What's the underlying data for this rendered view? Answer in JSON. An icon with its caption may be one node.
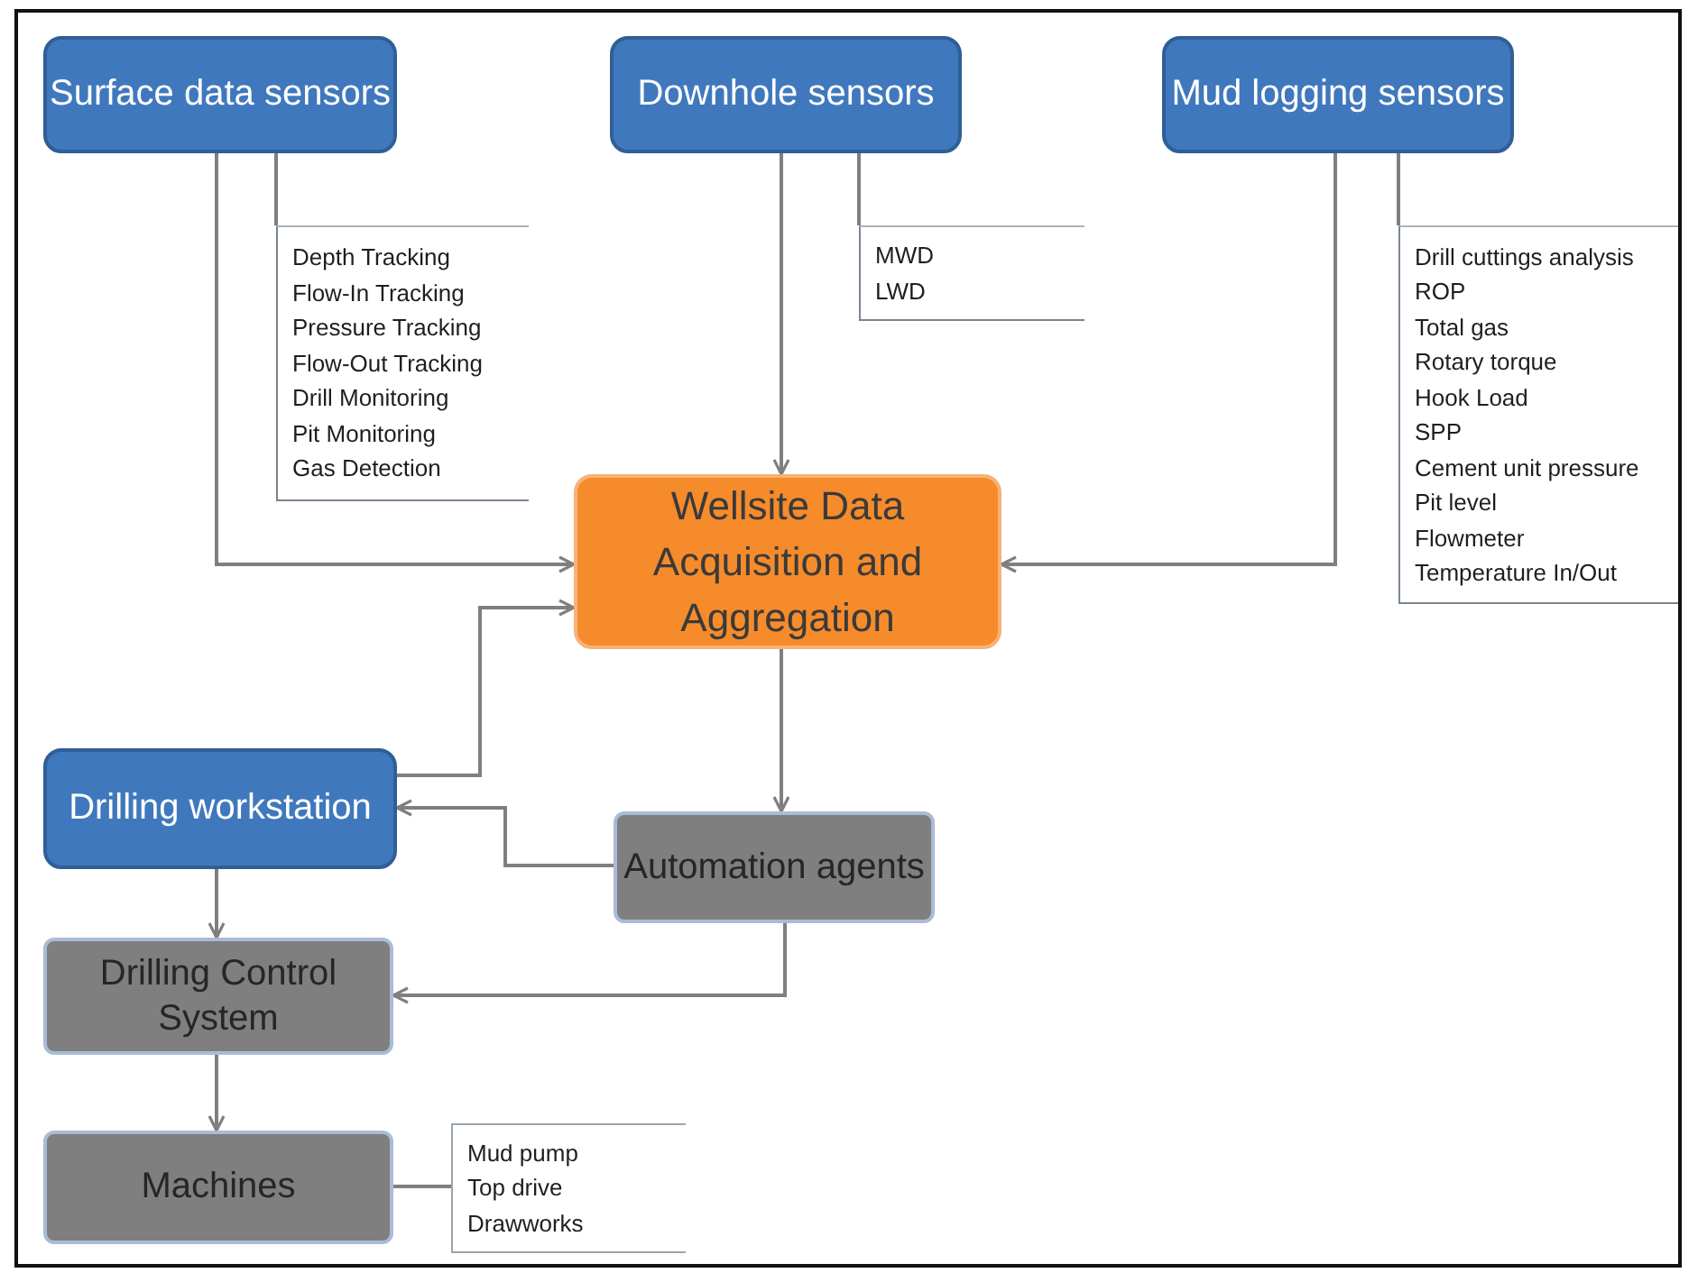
{
  "diagram": {
    "nodes": [
      {
        "text": [
          "Surface data sensors"
        ]
      },
      {
        "text": [
          "Downhole sensors"
        ]
      },
      {
        "text": [
          "Mud logging sensors"
        ]
      },
      {
        "text": [
          "Depth Tracking",
          "Flow-In Tracking",
          "Pressure Tracking",
          "Flow-Out Tracking",
          "Drill Monitoring",
          "Pit Monitoring",
          "Gas Detection"
        ]
      },
      {
        "text": [
          "MWD",
          "LWD"
        ]
      },
      {
        "text": [
          "Drill cuttings analysis",
          "ROP",
          "Total gas",
          "Rotary torque",
          "Hook Load",
          "SPP",
          "Cement unit pressure",
          "Pit level",
          "Flowmeter",
          "Temperature In/Out"
        ]
      },
      {
        "text": [
          "Wellsite Data Acquisition and Aggregation"
        ]
      },
      {
        "text": [
          "Drilling workstation"
        ]
      },
      {
        "text": [
          "Automation agents"
        ]
      },
      {
        "text": [
          "Drilling Control System"
        ]
      },
      {
        "text": [
          "Machines"
        ]
      },
      {
        "text": [
          "Mud pump",
          "Top drive",
          "Drawworks"
        ]
      }
    ],
    "edges": [
      {
        "from": 0,
        "to": 6,
        "arrow": "to"
      },
      {
        "from": 1,
        "to": 6,
        "arrow": "to"
      },
      {
        "from": 2,
        "to": 6,
        "arrow": "to"
      },
      {
        "from": 0,
        "to": 3,
        "arrow": "none"
      },
      {
        "from": 1,
        "to": 4,
        "arrow": "none"
      },
      {
        "from": 2,
        "to": 5,
        "arrow": "none"
      },
      {
        "from": 7,
        "to": 6,
        "arrow": "to"
      },
      {
        "from": 6,
        "to": 8,
        "arrow": "to"
      },
      {
        "from": 8,
        "to": 7,
        "arrow": "to"
      },
      {
        "from": 8,
        "to": 9,
        "arrow": "to"
      },
      {
        "from": 7,
        "to": 9,
        "arrow": "to"
      },
      {
        "from": 9,
        "to": 10,
        "arrow": "to"
      },
      {
        "from": 10,
        "to": 11,
        "arrow": "none"
      }
    ]
  }
}
